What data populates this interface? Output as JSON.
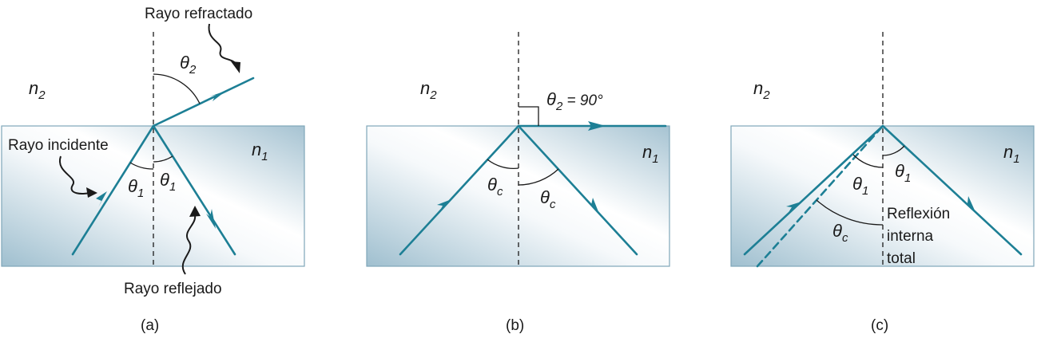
{
  "panels": [
    {
      "caption": "(a)",
      "n_top": "n",
      "n_top_sub": "2",
      "n_bottom": "n",
      "n_bottom_sub": "1",
      "refracted_label": "Rayo refractado",
      "incident_label": "Rayo incidente",
      "reflected_label": "Rayo reflejado",
      "theta2_sym": "θ",
      "theta2_sub": "2",
      "theta1_left_sym": "θ",
      "theta1_left_sub": "1",
      "theta1_right_sym": "θ",
      "theta1_right_sub": "1"
    },
    {
      "caption": "(b)",
      "n_top": "n",
      "n_top_sub": "2",
      "n_bottom": "n",
      "n_bottom_sub": "1",
      "theta2_sym": "θ",
      "theta2_sub": "2",
      "theta2_value": " = 90°",
      "thetac_left_sym": "θ",
      "thetac_left_sub": "c",
      "thetac_right_sym": "θ",
      "thetac_right_sub": "c"
    },
    {
      "caption": "(c)",
      "n_top": "n",
      "n_top_sub": "2",
      "n_bottom": "n",
      "n_bottom_sub": "1",
      "theta1_left_sym": "θ",
      "theta1_left_sub": "1",
      "theta1_right_sym": "θ",
      "theta1_right_sub": "1",
      "thetac_sym": "θ",
      "thetac_sub": "c",
      "tir_line1": "Reflexión",
      "tir_line2": "interna",
      "tir_line3": "total"
    }
  ],
  "colors": {
    "ray": "#1d7f95",
    "medium_light": "#f6f9fb",
    "medium_dark": "#9fbfcf",
    "medium_border": "#7fa6b9"
  }
}
